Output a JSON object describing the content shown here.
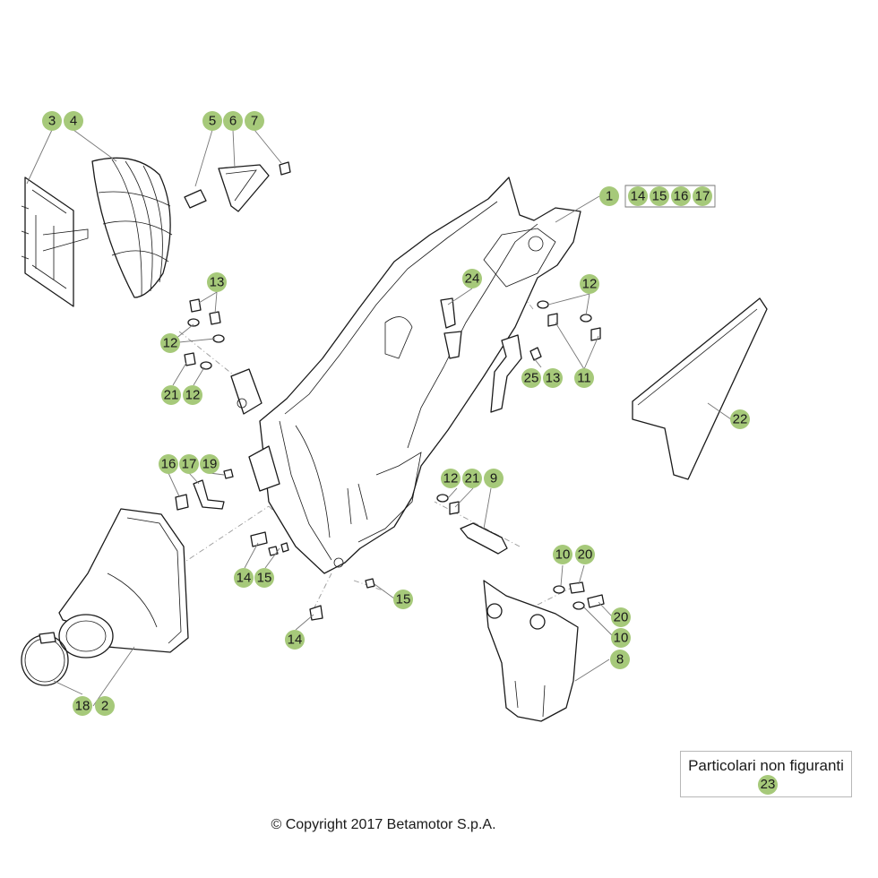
{
  "callouts": {
    "c1": "1",
    "c2": "2",
    "c3": "3",
    "c4": "4",
    "c5": "5",
    "c6": "6",
    "c7": "7",
    "c8": "8",
    "c9": "9",
    "c10a": "10",
    "c10b": "10",
    "c11": "11",
    "c12a": "12",
    "c12b": "12",
    "c12c": "12",
    "c12d": "12",
    "c13a": "13",
    "c13b": "13",
    "c14a": "14",
    "c14b": "14",
    "c14c": "14",
    "c15a": "15",
    "c15b": "15",
    "c15c": "15",
    "c16a": "16",
    "c16b": "16",
    "c17a": "17",
    "c17b": "17",
    "c18": "18",
    "c19": "19",
    "c20a": "20",
    "c20b": "20",
    "c21a": "21",
    "c21b": "21",
    "c22": "22",
    "c24": "24",
    "c25": "25"
  },
  "legend": {
    "title": "Particolari non figuranti",
    "number": "23"
  },
  "footer": {
    "copyright": "© Copyright 2017 Betamotor S.p.A."
  }
}
